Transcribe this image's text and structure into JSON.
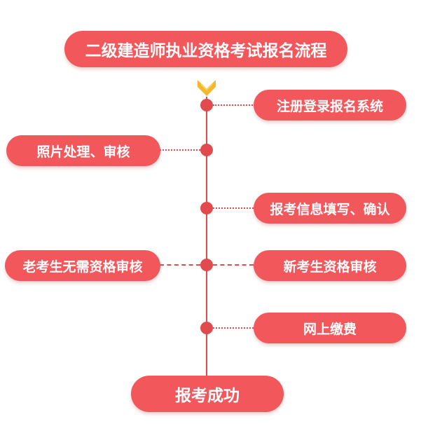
{
  "diagram": {
    "title": "二级建造师执业资格考试报名流程",
    "steps": {
      "register": "注册登录报名系统",
      "photo": "照片处理、审核",
      "info": "报考信息填写、确认",
      "old": "老考生无需资格审核",
      "new": "新考生资格审核",
      "pay": "网上缴费"
    },
    "final": "报考成功"
  },
  "colors": {
    "pill": "#f2575c",
    "line": "#e24b4e",
    "chevron_outer": "#f5b82b",
    "chevron_inner": "#f8d15b"
  },
  "icons": {
    "chevron": "chevron-down-icon"
  }
}
